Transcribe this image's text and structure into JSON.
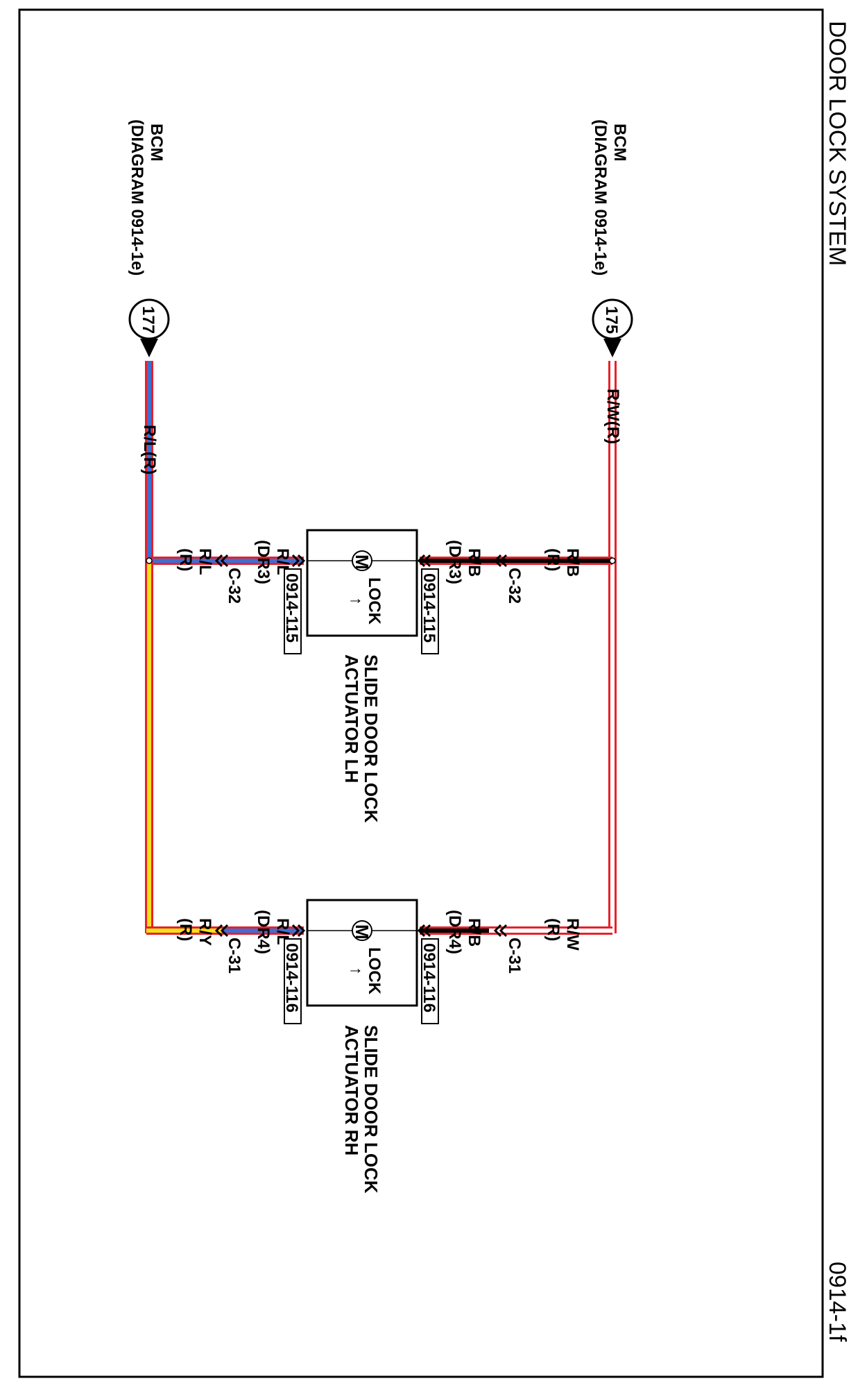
{
  "diagram": {
    "title": "DOOR LOCK SYSTEM",
    "page_id": "0914-1f",
    "colors": {
      "red": "#e8202a",
      "blue": "#3b6fd6",
      "black": "#000000",
      "yellow": "#f3e21a",
      "white": "#ffffff"
    },
    "bcm_top": {
      "name": "BCM",
      "ref": "(DIAGRAM 0914-1e)",
      "pin": "175",
      "wire": "R/W(R)"
    },
    "bcm_bottom": {
      "name": "BCM",
      "ref": "(DIAGRAM 0914-1e)",
      "pin": "177",
      "wire": "R/L(R)"
    },
    "actuator_lh": {
      "name1": "SLIDE DOOR LOCK",
      "name2": "ACTUATOR LH",
      "motor": "M",
      "lock": "LOCK",
      "arrow": "↑",
      "ref_top": "0914-115",
      "ref_bottom": "0914-115",
      "top_wire": "R/B",
      "top_connector": "(DR3)",
      "top_c_wire": "R/B",
      "top_c_shield": "(R)",
      "top_c_id": "C-32",
      "bot_wire": "R/L",
      "bot_connector": "(DR3)",
      "bot_c_wire": "R/L",
      "bot_c_shield": "(R)",
      "bot_c_id": "C-32"
    },
    "actuator_rh": {
      "name1": "SLIDE DOOR LOCK",
      "name2": "ACTUATOR RH",
      "motor": "M",
      "lock": "LOCK",
      "arrow": "↑",
      "ref_top": "0914-116",
      "ref_bottom": "0914-116",
      "top_wire": "R/B",
      "top_connector": "(DR4)",
      "top_c_wire": "R/W",
      "top_c_shield": "(R)",
      "top_c_id": "C-31",
      "bot_wire": "R/L",
      "bot_connector": "(DR4)",
      "bot_c_wire": "R/Y",
      "bot_c_shield": "(R)",
      "bot_c_id": "C-31"
    }
  }
}
